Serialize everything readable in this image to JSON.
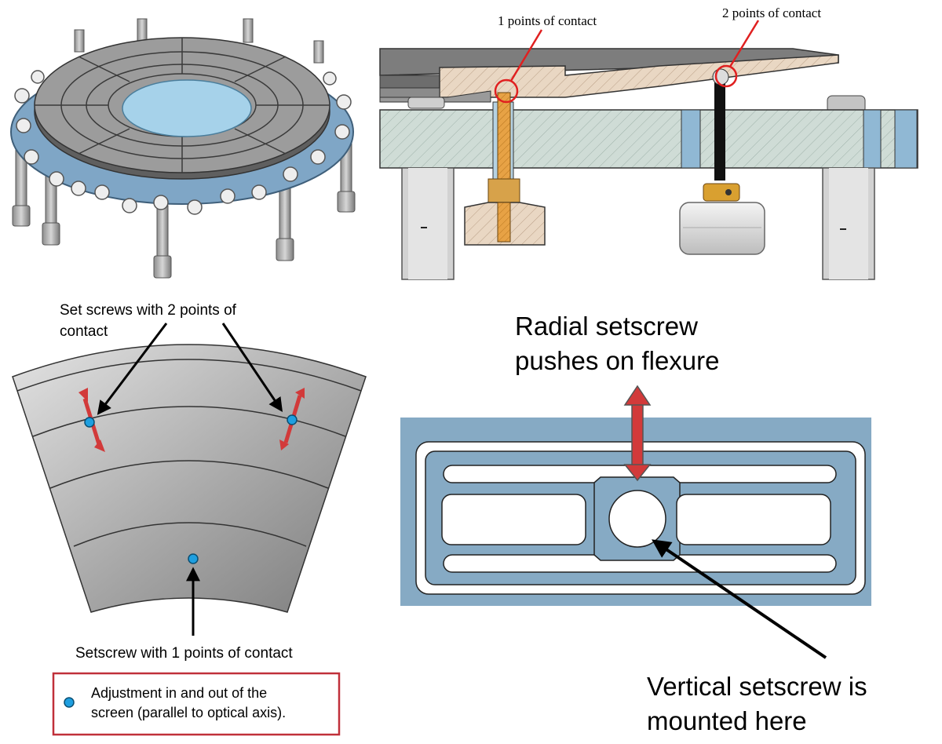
{
  "section_view": {
    "label_one_contact": "1 points of contact",
    "label_two_contact": "2 points of contact"
  },
  "segment_view": {
    "label_two_contact": "Set screws with 2 points of contact",
    "label_two_contact_line1": "Set screws with 2 points of",
    "label_two_contact_line2": "contact",
    "label_one_contact": "Setscrew with 1 points of contact"
  },
  "legend": {
    "text_line1": "Adjustment in and out of the",
    "text_line2": "screen (parallel to optical axis).",
    "marker_color": "#1e9fe0",
    "border_color": "#c0303a"
  },
  "flexure_view": {
    "label_radial_line1": "Radial setscrew",
    "label_radial_line2": "pushes on flexure",
    "label_vertical_line1": "Vertical setscrew is",
    "label_vertical_line2": "mounted here"
  },
  "colors": {
    "plate_blue": "#86aac4",
    "arrow_red": "#d23a3a",
    "lens_blue": "#a8d4ea",
    "hatch_wood": "#e8d5c0",
    "hatch_green": "#c9d8d2",
    "screw_gold": "#e0a040"
  }
}
